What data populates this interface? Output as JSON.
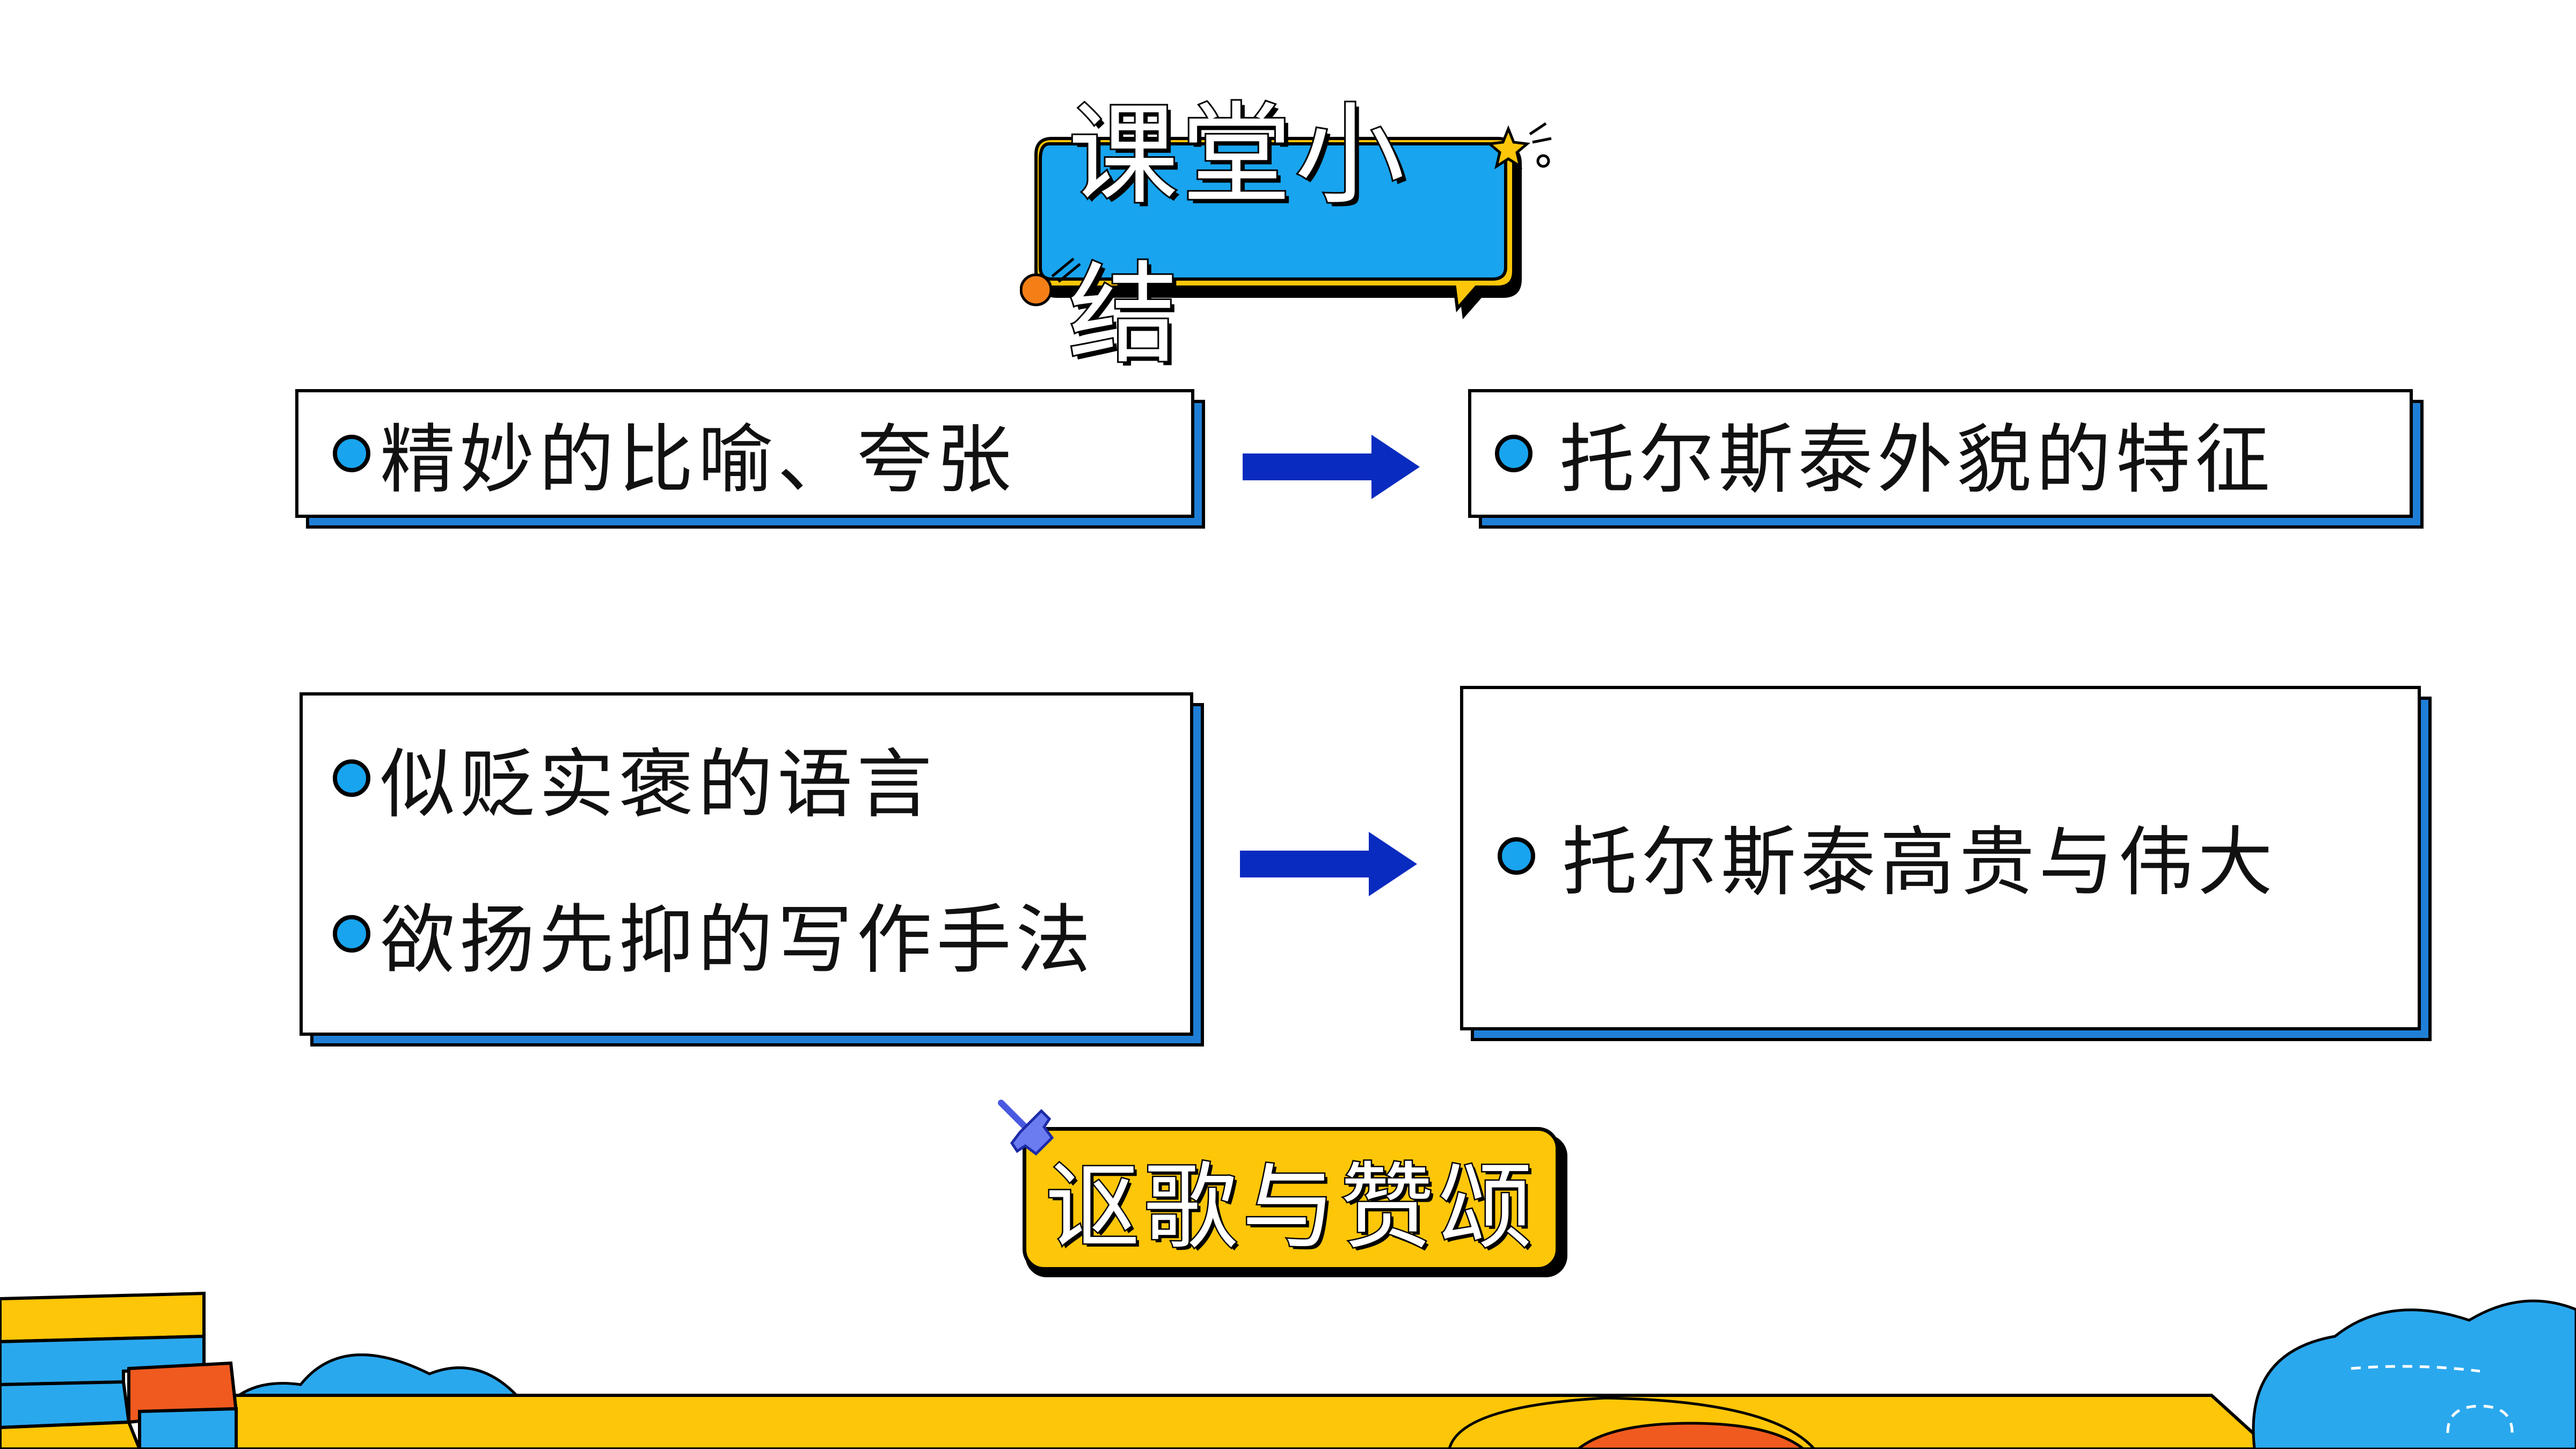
{
  "title": "课堂小结",
  "pairs": [
    {
      "left": [
        "精妙的比喻、夸张"
      ],
      "right": "托尔斯泰外貌的特征"
    },
    {
      "left": [
        "似贬实褒的语言",
        "欲扬先抑的写作手法"
      ],
      "right": "托尔斯泰高贵与伟大"
    }
  ],
  "conclusion": "讴歌与赞颂",
  "colors": {
    "accent_blue": "#18a4ee",
    "arrow_blue": "#0a2bbf",
    "box_shadow_blue": "#1f7fd6",
    "yellow": "#fdc608",
    "orange": "#f05a1e",
    "sky_blue": "#2aa8ee"
  },
  "icons": [
    "star-sparkle-icon",
    "pushpin-icon",
    "arrow-right-icon"
  ]
}
